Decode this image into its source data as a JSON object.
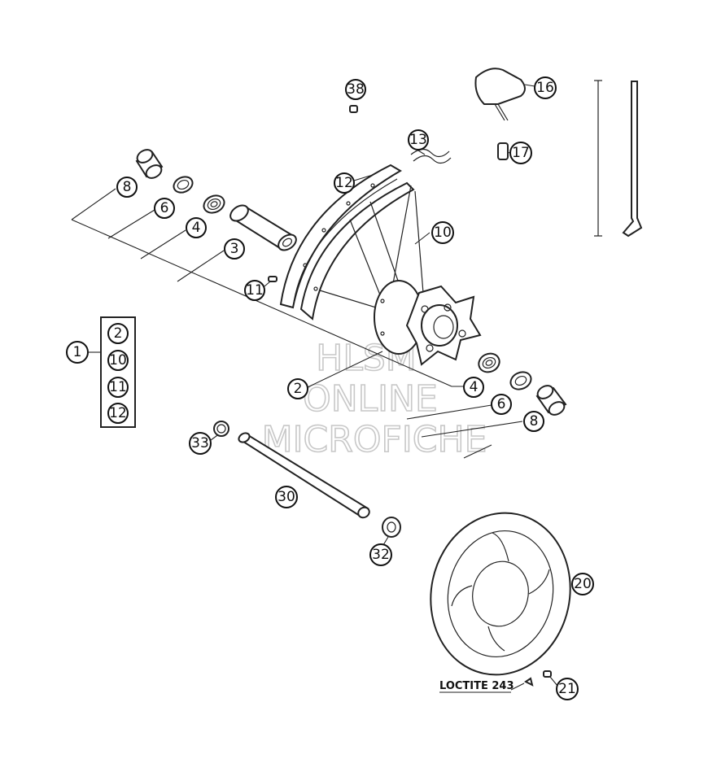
{
  "watermark": [
    "HLSM",
    "ONLINE",
    "MICROFICHE"
  ],
  "note": "LOCTITE 243",
  "callouts": {
    "c1": "1",
    "kit": [
      "2",
      "10",
      "11",
      "12"
    ],
    "c2": "2",
    "c3": "3",
    "c4a": "4",
    "c4b": "4",
    "c6a": "6",
    "c6b": "6",
    "c8a": "8",
    "c8b": "8",
    "c10": "10",
    "c11": "11",
    "c12": "12",
    "c13": "13",
    "c16": "16",
    "c17": "17",
    "c20": "20",
    "c21": "21",
    "c30": "30",
    "c32": "32",
    "c33": "33",
    "c38": "38"
  }
}
